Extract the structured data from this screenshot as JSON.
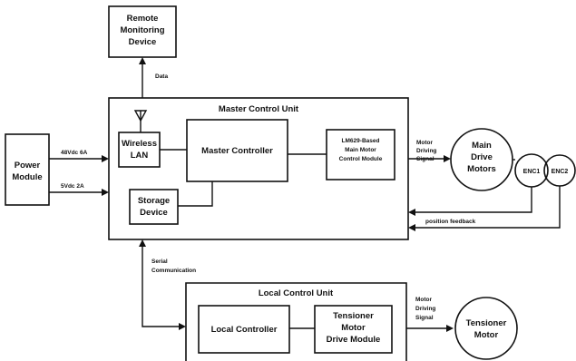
{
  "diagram": {
    "remote_device": {
      "line1": "Remote",
      "line2": "Monitoring",
      "line3": "Device"
    },
    "data_label": "Data",
    "master_unit_title": "Master Control Unit",
    "wireless": {
      "line1": "Wireless",
      "line2": "LAN"
    },
    "master_controller": "Master Controller",
    "lm629": {
      "line1": "LM629-Based",
      "line2": "Main Motor",
      "line3": "Control Module"
    },
    "storage": {
      "line1": "Storage",
      "line2": "Device"
    },
    "power": {
      "line1": "Power",
      "line2": "Module"
    },
    "v48": "48Vdc 6A",
    "v5": "5Vdc 2A",
    "motor_signal_top": {
      "line1": "Motor",
      "line2": "Driving",
      "line3": "Signal"
    },
    "main_motors": {
      "line1": "Main",
      "line2": "Drive",
      "line3": "Motors"
    },
    "enc1": "ENC1",
    "enc2": "ENC2",
    "position_feedback": "position feedback",
    "serial": {
      "line1": "Serial",
      "line2": "Communication"
    },
    "local_unit_title": "Local Control Unit",
    "local_controller": "Local Controller",
    "tensioner_module": {
      "line1": "Tensioner",
      "line2": "Motor",
      "line3": "Drive Module"
    },
    "motor_signal_bottom": {
      "line1": "Motor",
      "line2": "Driving",
      "line3": "Signal"
    },
    "tensioner_motor": {
      "line1": "Tensioner",
      "line2": "Motor"
    }
  }
}
